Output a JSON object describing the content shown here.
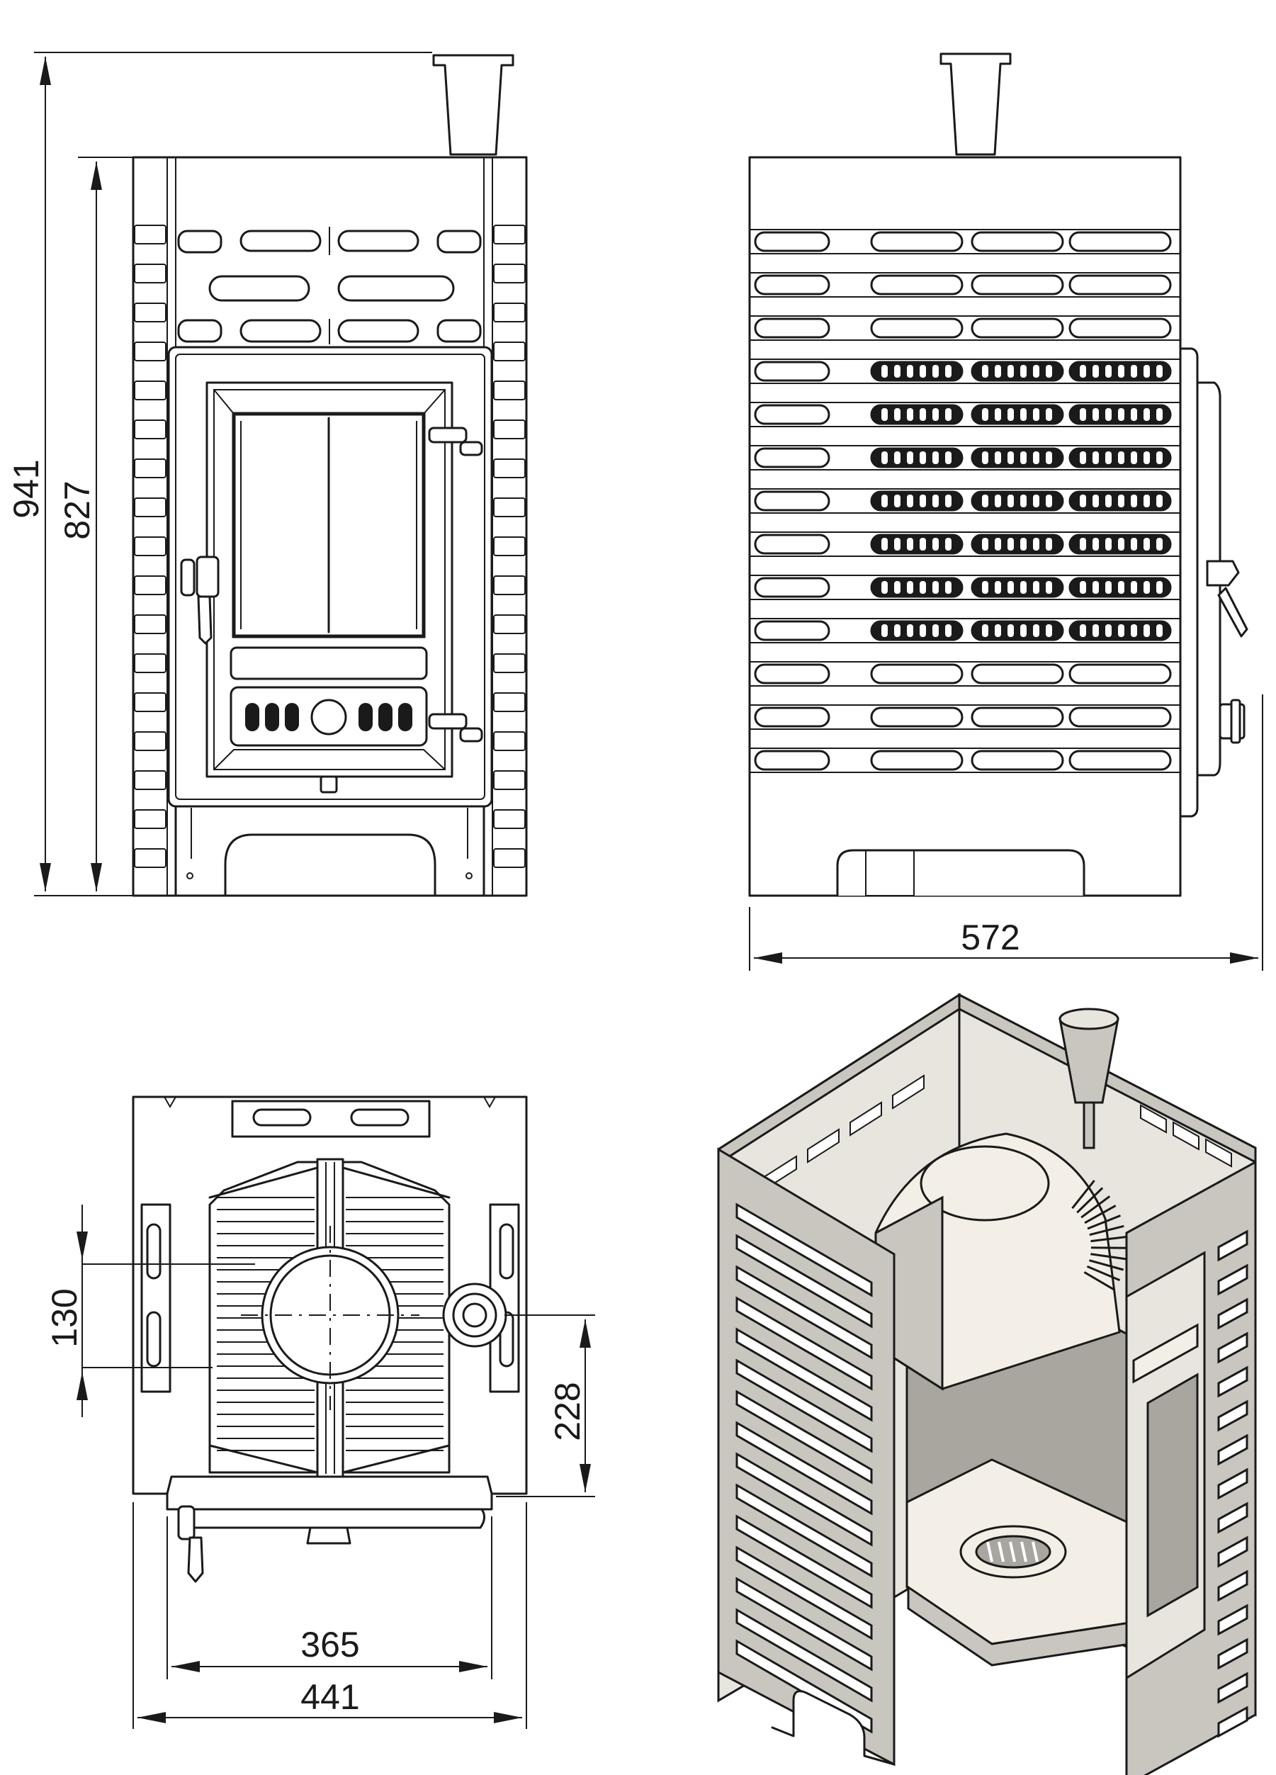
{
  "dimensions": {
    "overall_height": "941",
    "body_height": "827",
    "side_depth": "572",
    "flue_offset": "130",
    "flue_depth": "228",
    "inner_width": "365",
    "overall_width": "441"
  },
  "colors": {
    "line": "#1a1a1a",
    "steel": "#c9c6c0",
    "steel_dark": "#a9a6a0",
    "steel_light": "#e8e5df",
    "firebrick": "#f3efe6"
  }
}
